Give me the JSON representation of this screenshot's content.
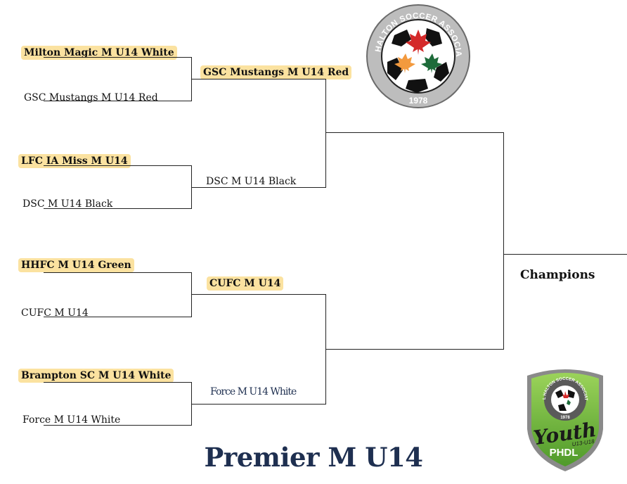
{
  "round1": [
    {
      "label": "Milton Magic M U14 White",
      "winner": true
    },
    {
      "label": "GSC Mustangs M U14 Red",
      "winner": false
    },
    {
      "label": "LFC IA Miss M U14",
      "winner": true
    },
    {
      "label": "DSC M U14 Black",
      "winner": false
    },
    {
      "label": "HHFC M U14 Green",
      "winner": true
    },
    {
      "label": "CUFC M U14",
      "winner": false
    },
    {
      "label": "Brampton SC M U14 White",
      "winner": true
    },
    {
      "label": "Force M U14 White",
      "winner": false
    }
  ],
  "round2": [
    {
      "label": "GSC Mustangs M U14 Red",
      "winner": true
    },
    {
      "label": "DSC M U14 Black",
      "winner": false
    },
    {
      "label": "CUFC M U14",
      "winner": true
    },
    {
      "label": "Force M U14 White",
      "winner": false
    }
  ],
  "final": {
    "label": "Champions"
  },
  "title": "Premier M U14",
  "logos": {
    "psa": {
      "text": "PEEL HALTON SOCCER ASSOCIATION",
      "year": "1978"
    },
    "youth": {
      "text": "Youth",
      "sub": "U13-U18",
      "league": "PHDL",
      "ring": "PEEL HALTON SOCCER ASSOCIATION",
      "year": "1978"
    }
  },
  "colors": {
    "highlight": "#fbe2a0",
    "title": "#1e2f50",
    "youth_green": "#7bc142",
    "maple_red": "#d42a2a",
    "maple_orange": "#f39a3e",
    "maple_green": "#1e6b3a"
  }
}
